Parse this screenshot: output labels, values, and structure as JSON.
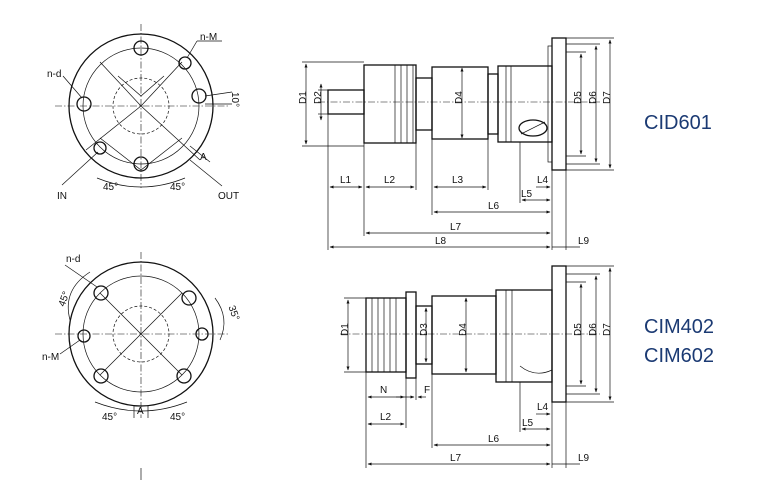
{
  "models": {
    "top": "CID601",
    "bottom_1": "CIM402",
    "bottom_2": "CIM602"
  },
  "flange_top": {
    "hole_count_label": "n-d",
    "thread_label": "n-M",
    "angle_10": "10°",
    "angle_left": "45°",
    "angle_right": "45°",
    "dim_a": "A",
    "in_label": "IN",
    "out_label": "OUT"
  },
  "flange_bottom": {
    "hole_count_label": "n-d",
    "thread_label": "n-M",
    "angle_left_top": "45°",
    "angle_right_top": "35°",
    "angle_left": "45°",
    "angle_right": "45°",
    "dim_a": "A"
  },
  "side_top": {
    "d1": "D1",
    "d2": "D2",
    "d4": "D4",
    "d5": "D5",
    "d6": "D6",
    "d7": "D7",
    "l1": "L1",
    "l2": "L2",
    "l3": "L3",
    "l4": "L4",
    "l5": "L5",
    "l6": "L6",
    "l7": "L7",
    "l8": "L8",
    "l9": "L9"
  },
  "side_bottom": {
    "d1": "D1",
    "d3": "D3",
    "d4": "D4",
    "d5": "D5",
    "d6": "D6",
    "d7": "D7",
    "n": "N",
    "f": "F",
    "l2": "L2",
    "l4": "L4",
    "l5": "L5",
    "l6": "L6",
    "l7": "L7",
    "l9": "L9"
  }
}
